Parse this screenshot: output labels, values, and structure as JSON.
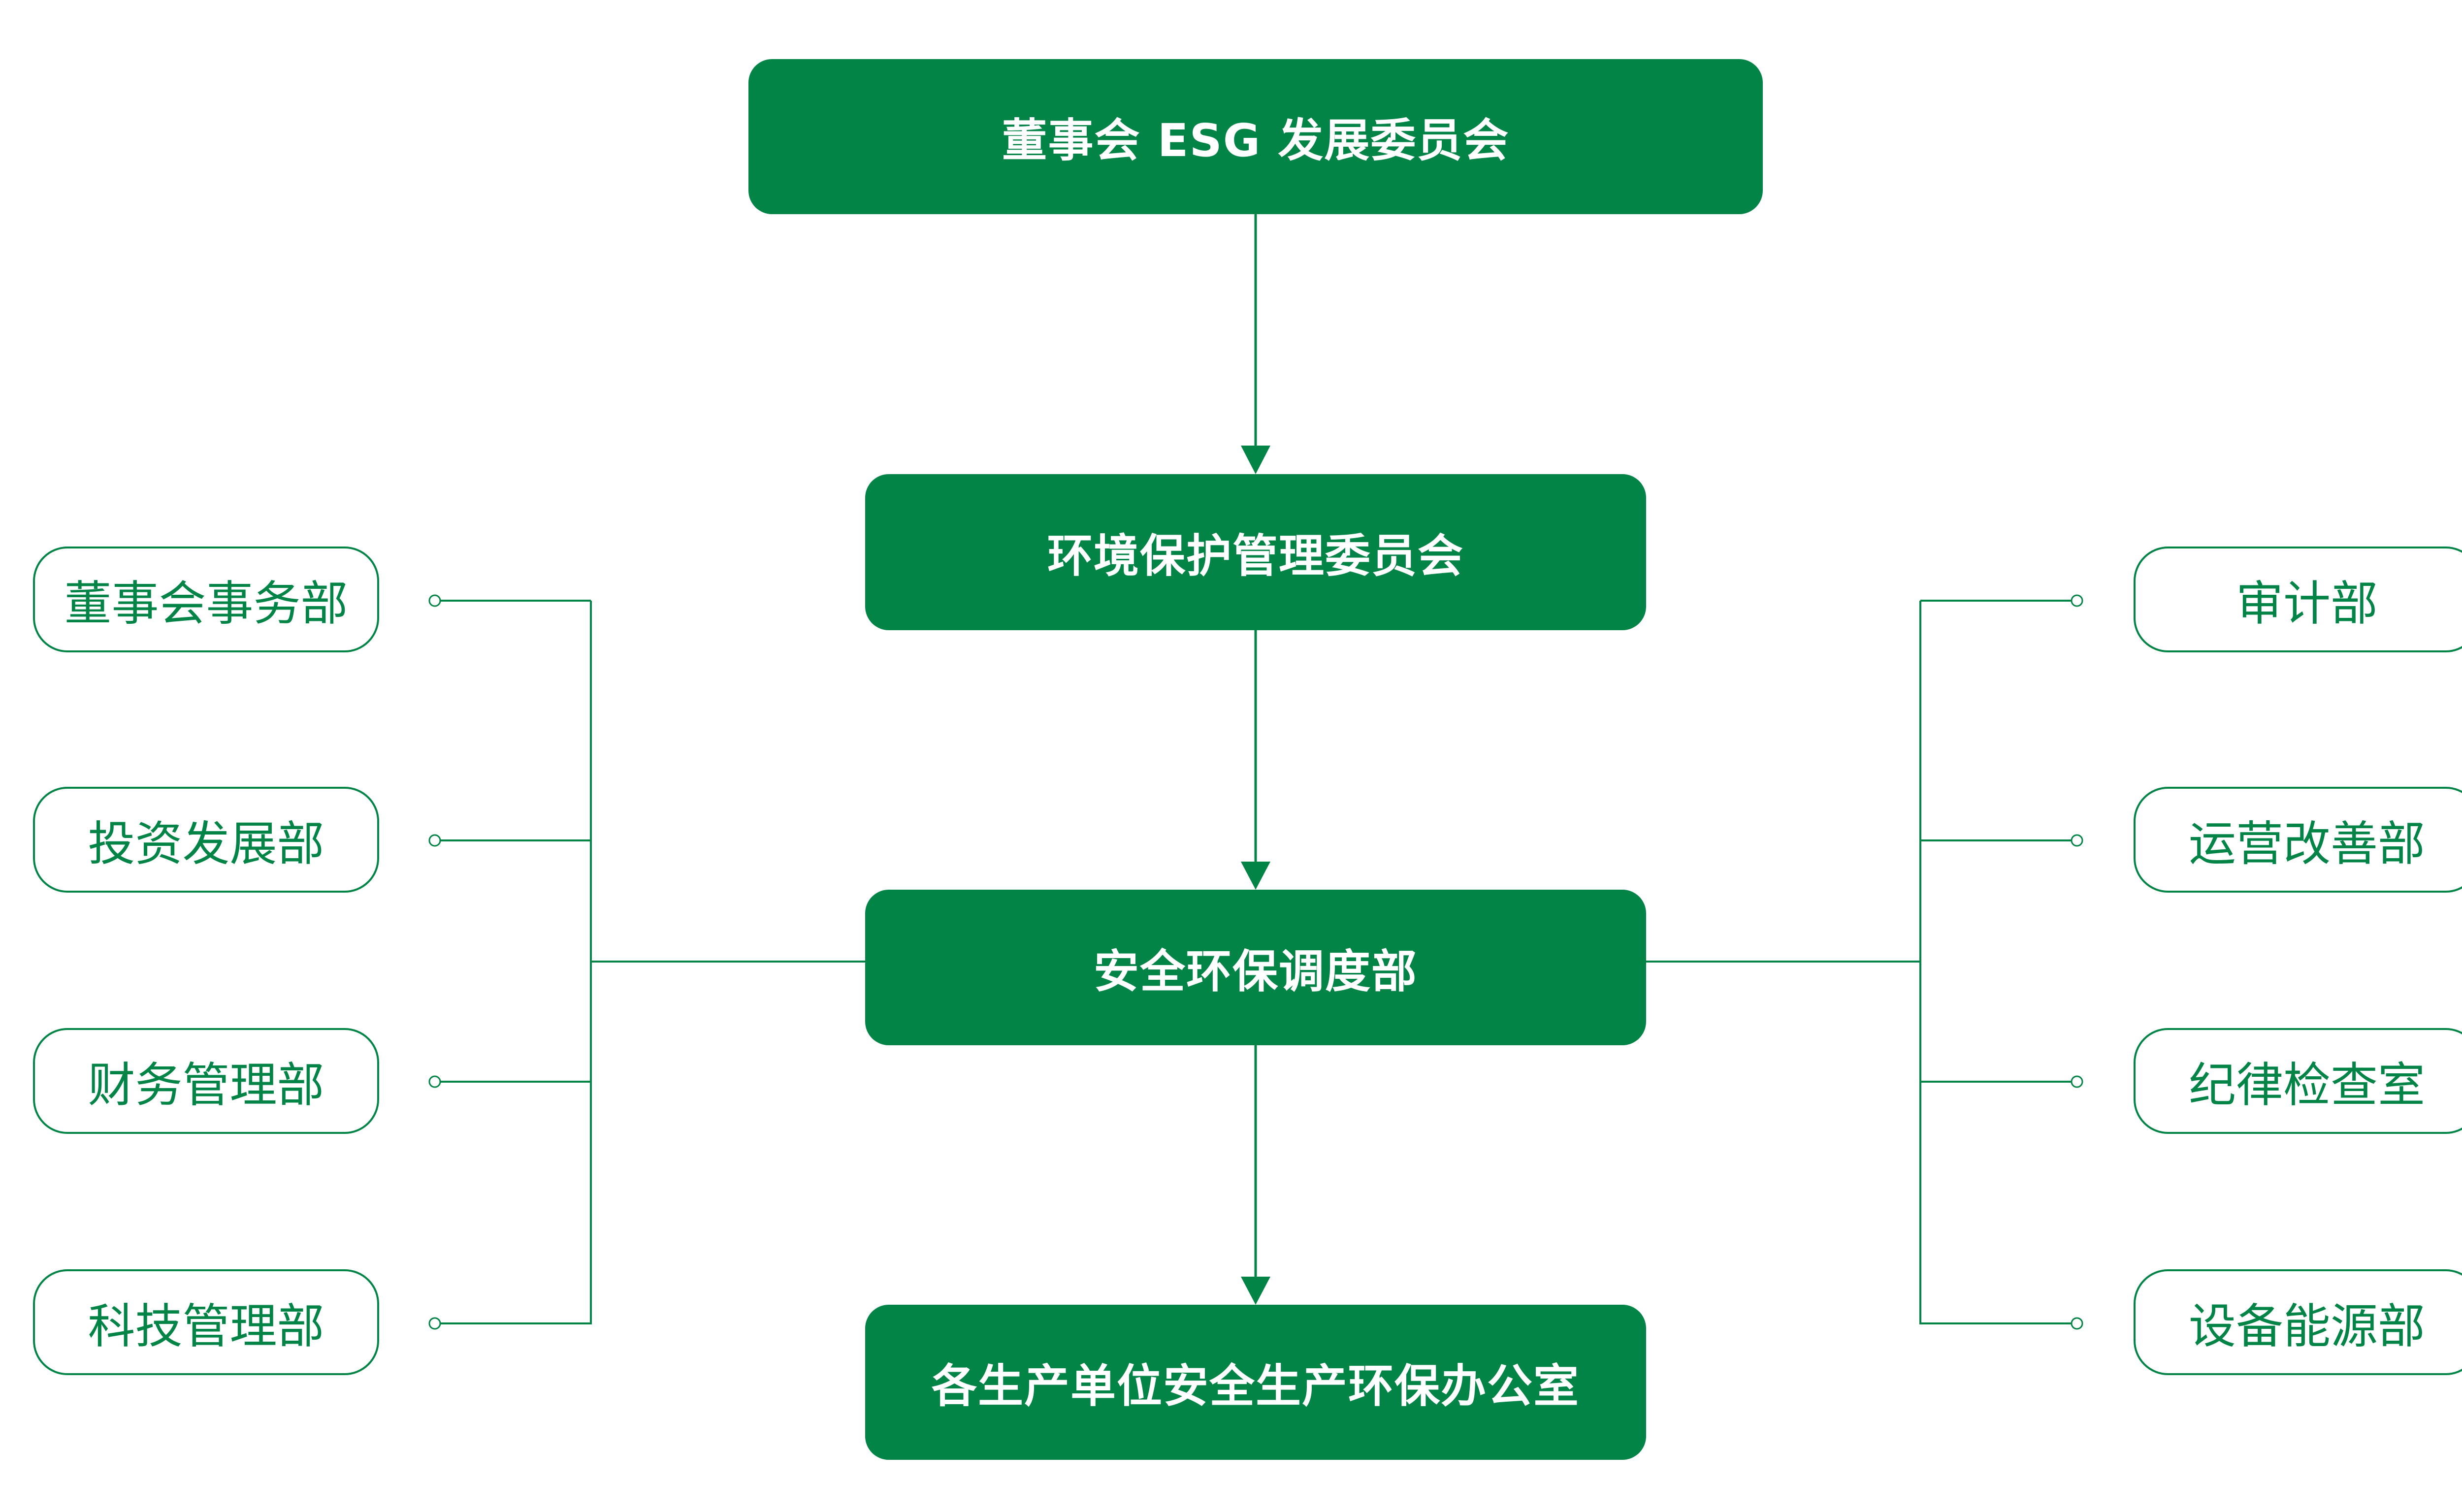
{
  "colors": {
    "primary": "#028447",
    "text_on_primary": "#ffffff",
    "background": "#ffffff"
  },
  "main_chain": [
    {
      "label": "董事会 ESG 发展委员会"
    },
    {
      "label": "环境保护管理委员会"
    },
    {
      "label": "安全环保调度部"
    },
    {
      "label": "各生产单位安全生产环保办公室"
    }
  ],
  "left_departments": [
    {
      "label": "董事会事务部"
    },
    {
      "label": "投资发展部"
    },
    {
      "label": "财务管理部"
    },
    {
      "label": "科技管理部"
    }
  ],
  "right_departments": [
    {
      "label": "审计部"
    },
    {
      "label": "运营改善部"
    },
    {
      "label": "纪律检查室"
    },
    {
      "label": "设备能源部"
    }
  ]
}
